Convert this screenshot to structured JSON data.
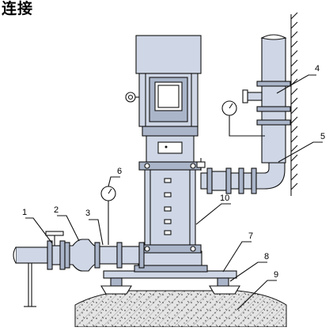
{
  "title": "连接",
  "callouts": [
    {
      "id": "1",
      "label": "1"
    },
    {
      "id": "2",
      "label": "2"
    },
    {
      "id": "3",
      "label": "3"
    },
    {
      "id": "4",
      "label": "4"
    },
    {
      "id": "5",
      "label": "5"
    },
    {
      "id": "6",
      "label": "6"
    },
    {
      "id": "7",
      "label": "7"
    },
    {
      "id": "8",
      "label": "8"
    },
    {
      "id": "9",
      "label": "9"
    },
    {
      "id": "10",
      "label": "10"
    }
  ],
  "colors": {
    "pump_fill": "#cfd7e6",
    "pump_dark": "#aab5c9",
    "line": "#111111",
    "ground": "#dedede"
  }
}
